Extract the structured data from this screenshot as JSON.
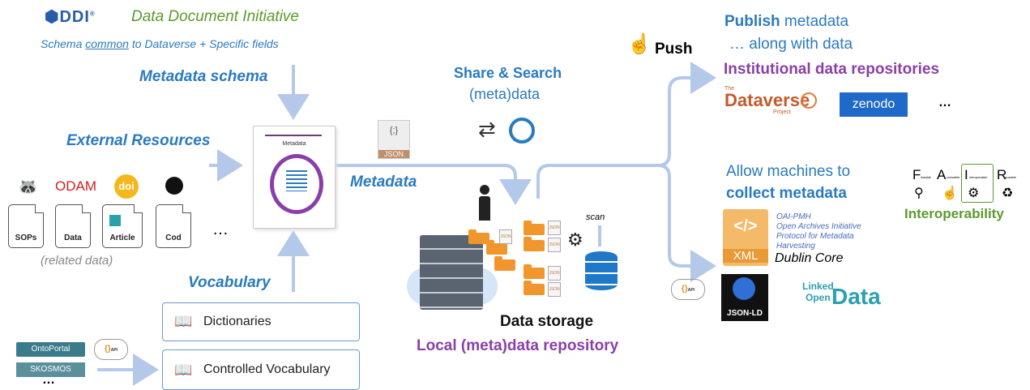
{
  "ddi": {
    "logo_text": "DDI",
    "title": "Data Document Initiative",
    "schema_note_prefix": "Schema ",
    "schema_note_underlined": "common",
    "schema_note_suffix": " to Dataverse + Specific fields"
  },
  "left": {
    "metadata_schema": "Metadata schema",
    "external_resources": "External Resources",
    "resource_logos": [
      "ODAM"
    ],
    "docs": [
      "SOPs",
      "Data",
      "Article",
      "Cod"
    ],
    "ellipsis": "…",
    "related_data": "(related data)",
    "vocabulary": "Vocabulary",
    "dictionaries": "Dictionaries",
    "controlled_vocabulary": "Controlled Vocabulary",
    "ontoportal": "OntoPortal",
    "skosmos": "SKOSMOS",
    "ontoportal_more": "…",
    "api_label": "API"
  },
  "center": {
    "metadata_card_title": "Metadata",
    "json_label": "JSON",
    "json_glyph": "{;}",
    "metadata_flow": "Metadata",
    "share_search_1": "Share & Search",
    "share_search_2": "(meta)data",
    "scan_label": "scan",
    "data_storage": "Data storage",
    "local_repo": "Local (meta)data repository"
  },
  "right": {
    "push": "Push",
    "publish_bold": "Publish",
    "publish_rest": " metadata",
    "publish_line2": "… along with data",
    "institutional": "Institutional data repositories",
    "dataverse_small": "The",
    "dataverse": "Dataverse",
    "dataverse_project": "Project",
    "zenodo": "zenodo",
    "repo_more": "…",
    "allow_1": "Allow machines to",
    "allow_2": "collect metadata",
    "xml_label": "XML",
    "xml_glyph": "</>",
    "oai_lines": [
      "OAI-PMH",
      "Open Archives Initiative",
      "Protocol for Metadata",
      "Harvesting"
    ],
    "dublin_core": "Dublin Core",
    "api_label": "API",
    "jsonld_label": "JSON-LD",
    "lod_1": "Linked",
    "lod_2": "Open",
    "lod_3": "Data",
    "fair_letters": [
      "F",
      "A",
      "I",
      "R"
    ],
    "fair_subs": [
      "indable",
      "ccessible",
      "nteroperable",
      "eusable"
    ],
    "interoperability": "Interoperability"
  },
  "colors": {
    "blue": "#2a7abf",
    "purple": "#8a3fa8",
    "green": "#5c9a2c",
    "arrow": "#b4c8ea",
    "orange": "#f0962c"
  }
}
